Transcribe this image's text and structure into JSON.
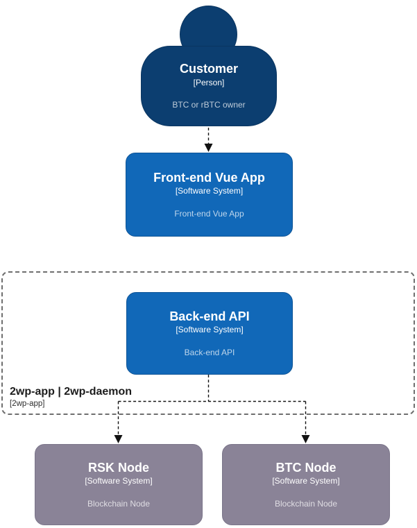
{
  "colors": {
    "person_fill": "#0c3e70",
    "person_border": "#0a3560",
    "system_fill": "#1168b8",
    "system_border": "#0e5496",
    "external_fill": "#8a8397",
    "external_border": "#7a7489",
    "boundary_border": "#6e6e6e",
    "connector": "#121212"
  },
  "nodes": {
    "customer": {
      "title": "Customer",
      "meta": "[Person]",
      "description": "BTC or rBTC owner"
    },
    "frontend": {
      "title": "Front-end Vue App",
      "meta": "[Software System]",
      "description": "Front-end Vue App"
    },
    "backend": {
      "title": "Back-end API",
      "meta": "[Software System]",
      "description": "Back-end API"
    },
    "rsk": {
      "title": "RSK Node",
      "meta": "[Software System]",
      "description": "Blockchain Node"
    },
    "btc": {
      "title": "BTC Node",
      "meta": "[Software System]",
      "description": "Blockchain Node"
    }
  },
  "boundary": {
    "title": "2wp-app | 2wp-daemon",
    "meta": "[2wp-app]"
  },
  "relationships": [
    {
      "from": "Customer",
      "to": "Front-end Vue App",
      "style": "dashed-arrow"
    },
    {
      "from": "Back-end API",
      "to": "RSK Node",
      "style": "dashed-arrow"
    },
    {
      "from": "Back-end API",
      "to": "BTC Node",
      "style": "dashed-arrow"
    }
  ]
}
